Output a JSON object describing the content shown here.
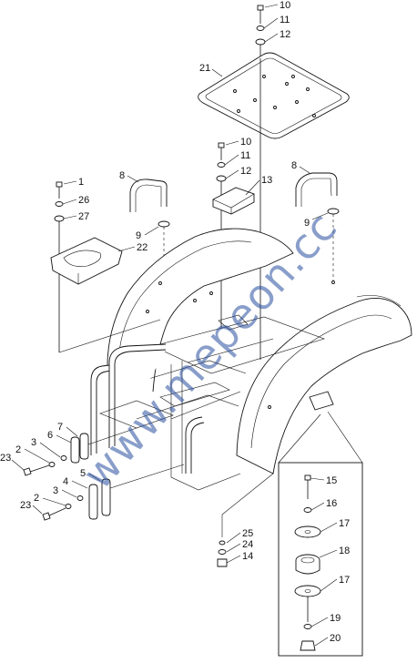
{
  "watermark": "www.mepeon.cc",
  "callouts": {
    "c10a": "10",
    "c11a": "11",
    "c12a": "12",
    "c21": "21",
    "c10b": "10",
    "c11b": "11",
    "c12b": "12",
    "c13": "13",
    "c8a": "8",
    "c8b": "8",
    "c1": "1",
    "c26": "26",
    "c27": "27",
    "c9a": "9",
    "c9b": "9",
    "c22": "22",
    "c7": "7",
    "c6": "6",
    "c3a": "3",
    "c2a": "2",
    "c23a": "23",
    "c5": "5",
    "c4": "4",
    "c3b": "3",
    "c2b": "2",
    "c23b": "23",
    "c25": "25",
    "c24": "24",
    "c14": "14",
    "c15": "15",
    "c16": "16",
    "c17a": "17",
    "c18": "18",
    "c17b": "17",
    "c19": "19",
    "c20": "20"
  }
}
